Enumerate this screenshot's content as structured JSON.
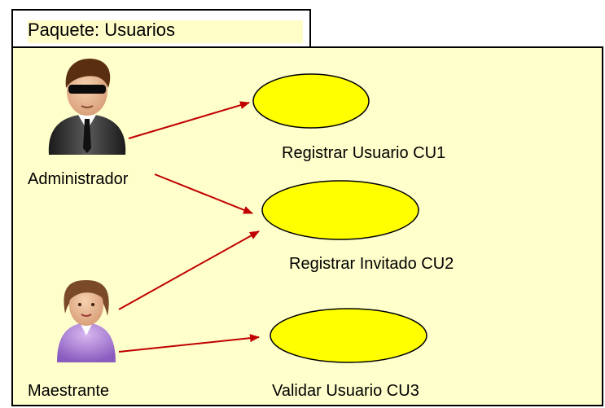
{
  "package": {
    "title": "Paquete: Usuarios"
  },
  "actors": [
    {
      "name": "Administrador",
      "icon": "administrator-actor-icon"
    },
    {
      "name": "Maestrante",
      "icon": "student-actor-icon"
    }
  ],
  "use_cases": [
    {
      "label": "Registrar Usuario CU1"
    },
    {
      "label": "Registrar Invitado CU2"
    },
    {
      "label": "Validar Usuario CU3"
    }
  ],
  "associations": [
    {
      "from": "Administrador",
      "to": "Registrar Usuario CU1"
    },
    {
      "from": "Administrador",
      "to": "Registrar Invitado CU2"
    },
    {
      "from": "Maestrante",
      "to": "Registrar Invitado CU2"
    },
    {
      "from": "Maestrante",
      "to": "Validar Usuario CU3"
    }
  ],
  "colors": {
    "package_fill": "#ffffcc",
    "use_case_fill": "#ffff00",
    "arrow": "#c00000"
  }
}
